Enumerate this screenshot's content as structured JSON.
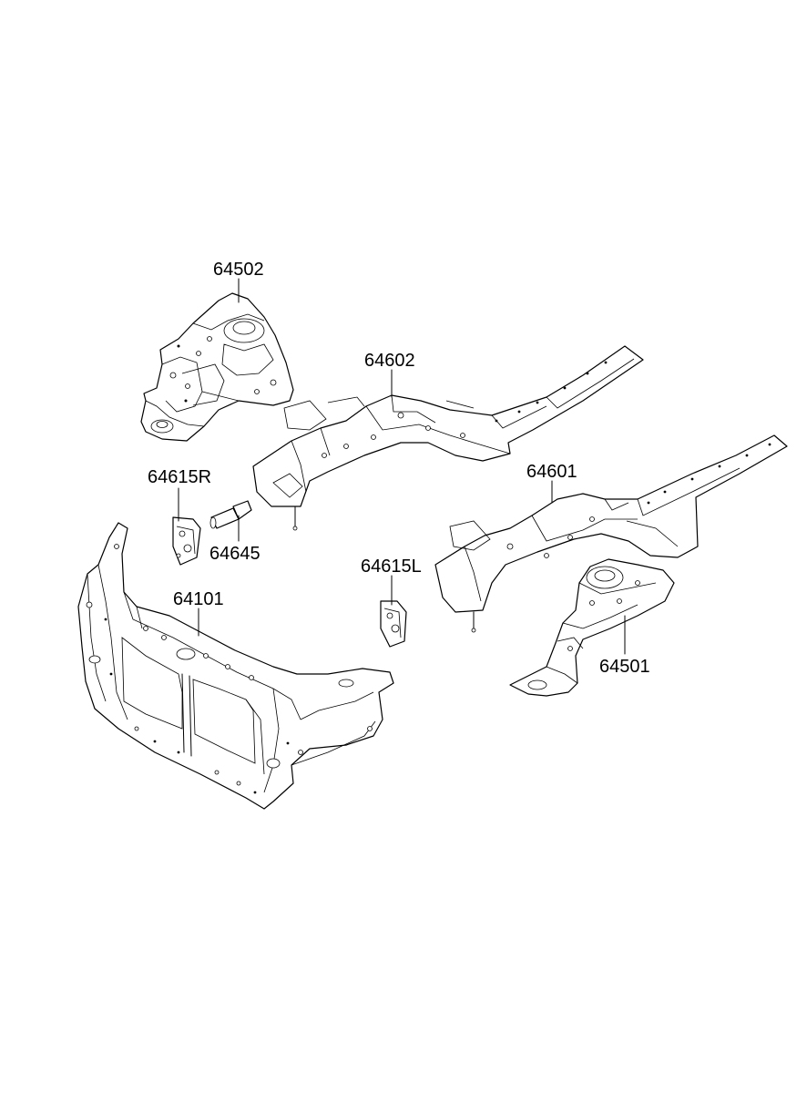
{
  "labels": {
    "p64502": "64502",
    "p64602": "64602",
    "p64615r": "64615R",
    "p64645": "64645",
    "p64601": "64601",
    "p64615l": "64615L",
    "p64101": "64101",
    "p64501": "64501"
  }
}
